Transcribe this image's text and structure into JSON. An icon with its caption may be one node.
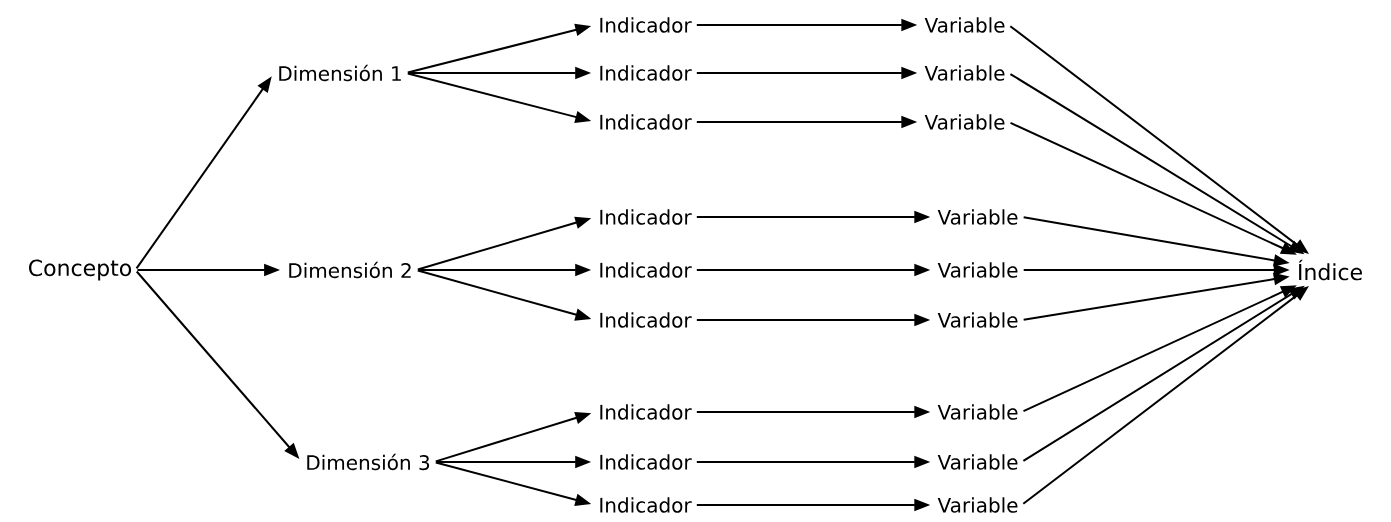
{
  "diagram": {
    "nodes": [
      {
        "text": [
          "Concepto"
        ]
      },
      {
        "text": [
          "Dimensión 1"
        ]
      },
      {
        "text": [
          "Dimensión 2"
        ]
      },
      {
        "text": [
          "Dimensión 3"
        ]
      },
      {
        "text": [
          "Indicador"
        ]
      },
      {
        "text": [
          "Indicador"
        ]
      },
      {
        "text": [
          "Indicador"
        ]
      },
      {
        "text": [
          "Indicador"
        ]
      },
      {
        "text": [
          "Indicador"
        ]
      },
      {
        "text": [
          "Indicador"
        ]
      },
      {
        "text": [
          "Indicador"
        ]
      },
      {
        "text": [
          "Indicador"
        ]
      },
      {
        "text": [
          "Indicador"
        ]
      },
      {
        "text": [
          "Variable"
        ]
      },
      {
        "text": [
          "Variable"
        ]
      },
      {
        "text": [
          "Variable"
        ]
      },
      {
        "text": [
          "Variable"
        ]
      },
      {
        "text": [
          "Variable"
        ]
      },
      {
        "text": [
          "Variable"
        ]
      },
      {
        "text": [
          "Variable"
        ]
      },
      {
        "text": [
          "Variable"
        ]
      },
      {
        "text": [
          "Variable"
        ]
      },
      {
        "text": [
          "Índice"
        ]
      }
    ],
    "edges": [
      {
        "from": 0,
        "to": 1,
        "arrow": "to"
      },
      {
        "from": 0,
        "to": 2,
        "arrow": "to"
      },
      {
        "from": 0,
        "to": 3,
        "arrow": "to"
      },
      {
        "from": 1,
        "to": 4,
        "arrow": "to"
      },
      {
        "from": 1,
        "to": 5,
        "arrow": "to"
      },
      {
        "from": 1,
        "to": 6,
        "arrow": "to"
      },
      {
        "from": 2,
        "to": 7,
        "arrow": "to"
      },
      {
        "from": 2,
        "to": 8,
        "arrow": "to"
      },
      {
        "from": 2,
        "to": 9,
        "arrow": "to"
      },
      {
        "from": 3,
        "to": 10,
        "arrow": "to"
      },
      {
        "from": 3,
        "to": 11,
        "arrow": "to"
      },
      {
        "from": 3,
        "to": 12,
        "arrow": "to"
      },
      {
        "from": 4,
        "to": 13,
        "arrow": "to"
      },
      {
        "from": 5,
        "to": 14,
        "arrow": "to"
      },
      {
        "from": 6,
        "to": 15,
        "arrow": "to"
      },
      {
        "from": 7,
        "to": 16,
        "arrow": "to"
      },
      {
        "from": 8,
        "to": 17,
        "arrow": "to"
      },
      {
        "from": 9,
        "to": 18,
        "arrow": "to"
      },
      {
        "from": 10,
        "to": 19,
        "arrow": "to"
      },
      {
        "from": 11,
        "to": 20,
        "arrow": "to"
      },
      {
        "from": 12,
        "to": 21,
        "arrow": "to"
      },
      {
        "from": 13,
        "to": 22,
        "arrow": "to"
      },
      {
        "from": 14,
        "to": 22,
        "arrow": "to"
      },
      {
        "from": 15,
        "to": 22,
        "arrow": "to"
      },
      {
        "from": 16,
        "to": 22,
        "arrow": "to"
      },
      {
        "from": 17,
        "to": 22,
        "arrow": "to"
      },
      {
        "from": 18,
        "to": 22,
        "arrow": "to"
      },
      {
        "from": 19,
        "to": 22,
        "arrow": "to"
      },
      {
        "from": 20,
        "to": 22,
        "arrow": "to"
      },
      {
        "from": 21,
        "to": 22,
        "arrow": "to"
      }
    ]
  }
}
